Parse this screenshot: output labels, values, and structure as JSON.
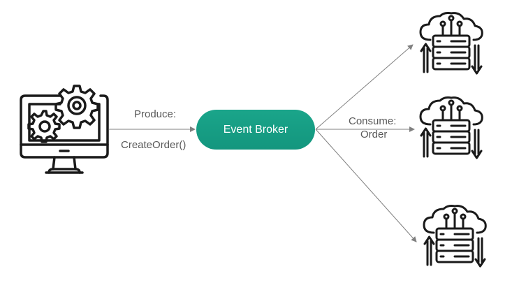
{
  "producer": {
    "icon": "computer-gears-icon",
    "label_line1": "Produce:",
    "label_line2": "CreateOrder()"
  },
  "broker": {
    "label": "Event Broker"
  },
  "consumers": {
    "icon": "cloud-server-icon",
    "label_line1": "Consume:",
    "label_line2": "Order"
  },
  "colors": {
    "broker_fill": "#13967e",
    "broker_fill_light": "#1aa58a",
    "arrow": "#808080",
    "icon_stroke": "#1a1a1a",
    "text": "#595959"
  }
}
